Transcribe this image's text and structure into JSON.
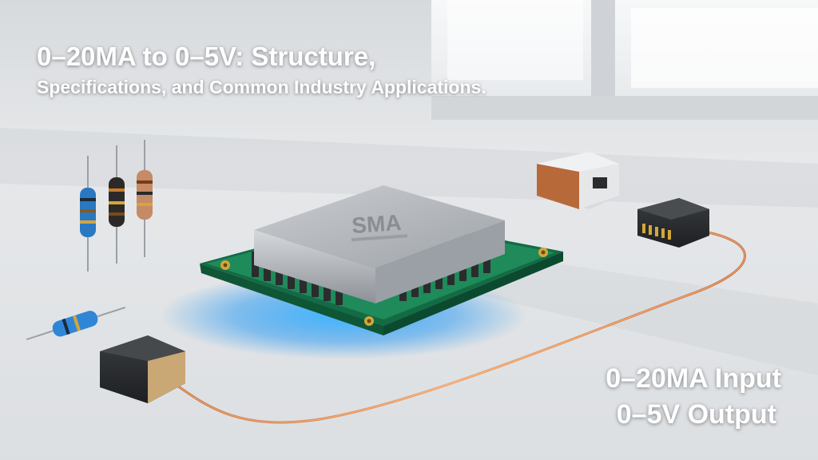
{
  "title": {
    "line1": "0–20MA to 0–5V: Structure,",
    "line2": "Specifications, and Common Industry Applications."
  },
  "labels": {
    "input": "0–20MA Input",
    "output": "0–5V Output"
  },
  "chip_marking": "SMA",
  "colors": {
    "background": "#e9ebed",
    "pcb_green": "#1f8a5a",
    "chip_silver": "#a9adb2",
    "glow_blue": "#2ea8ff",
    "wire_copper": "#d9884e",
    "title_text": "#ffffff"
  }
}
